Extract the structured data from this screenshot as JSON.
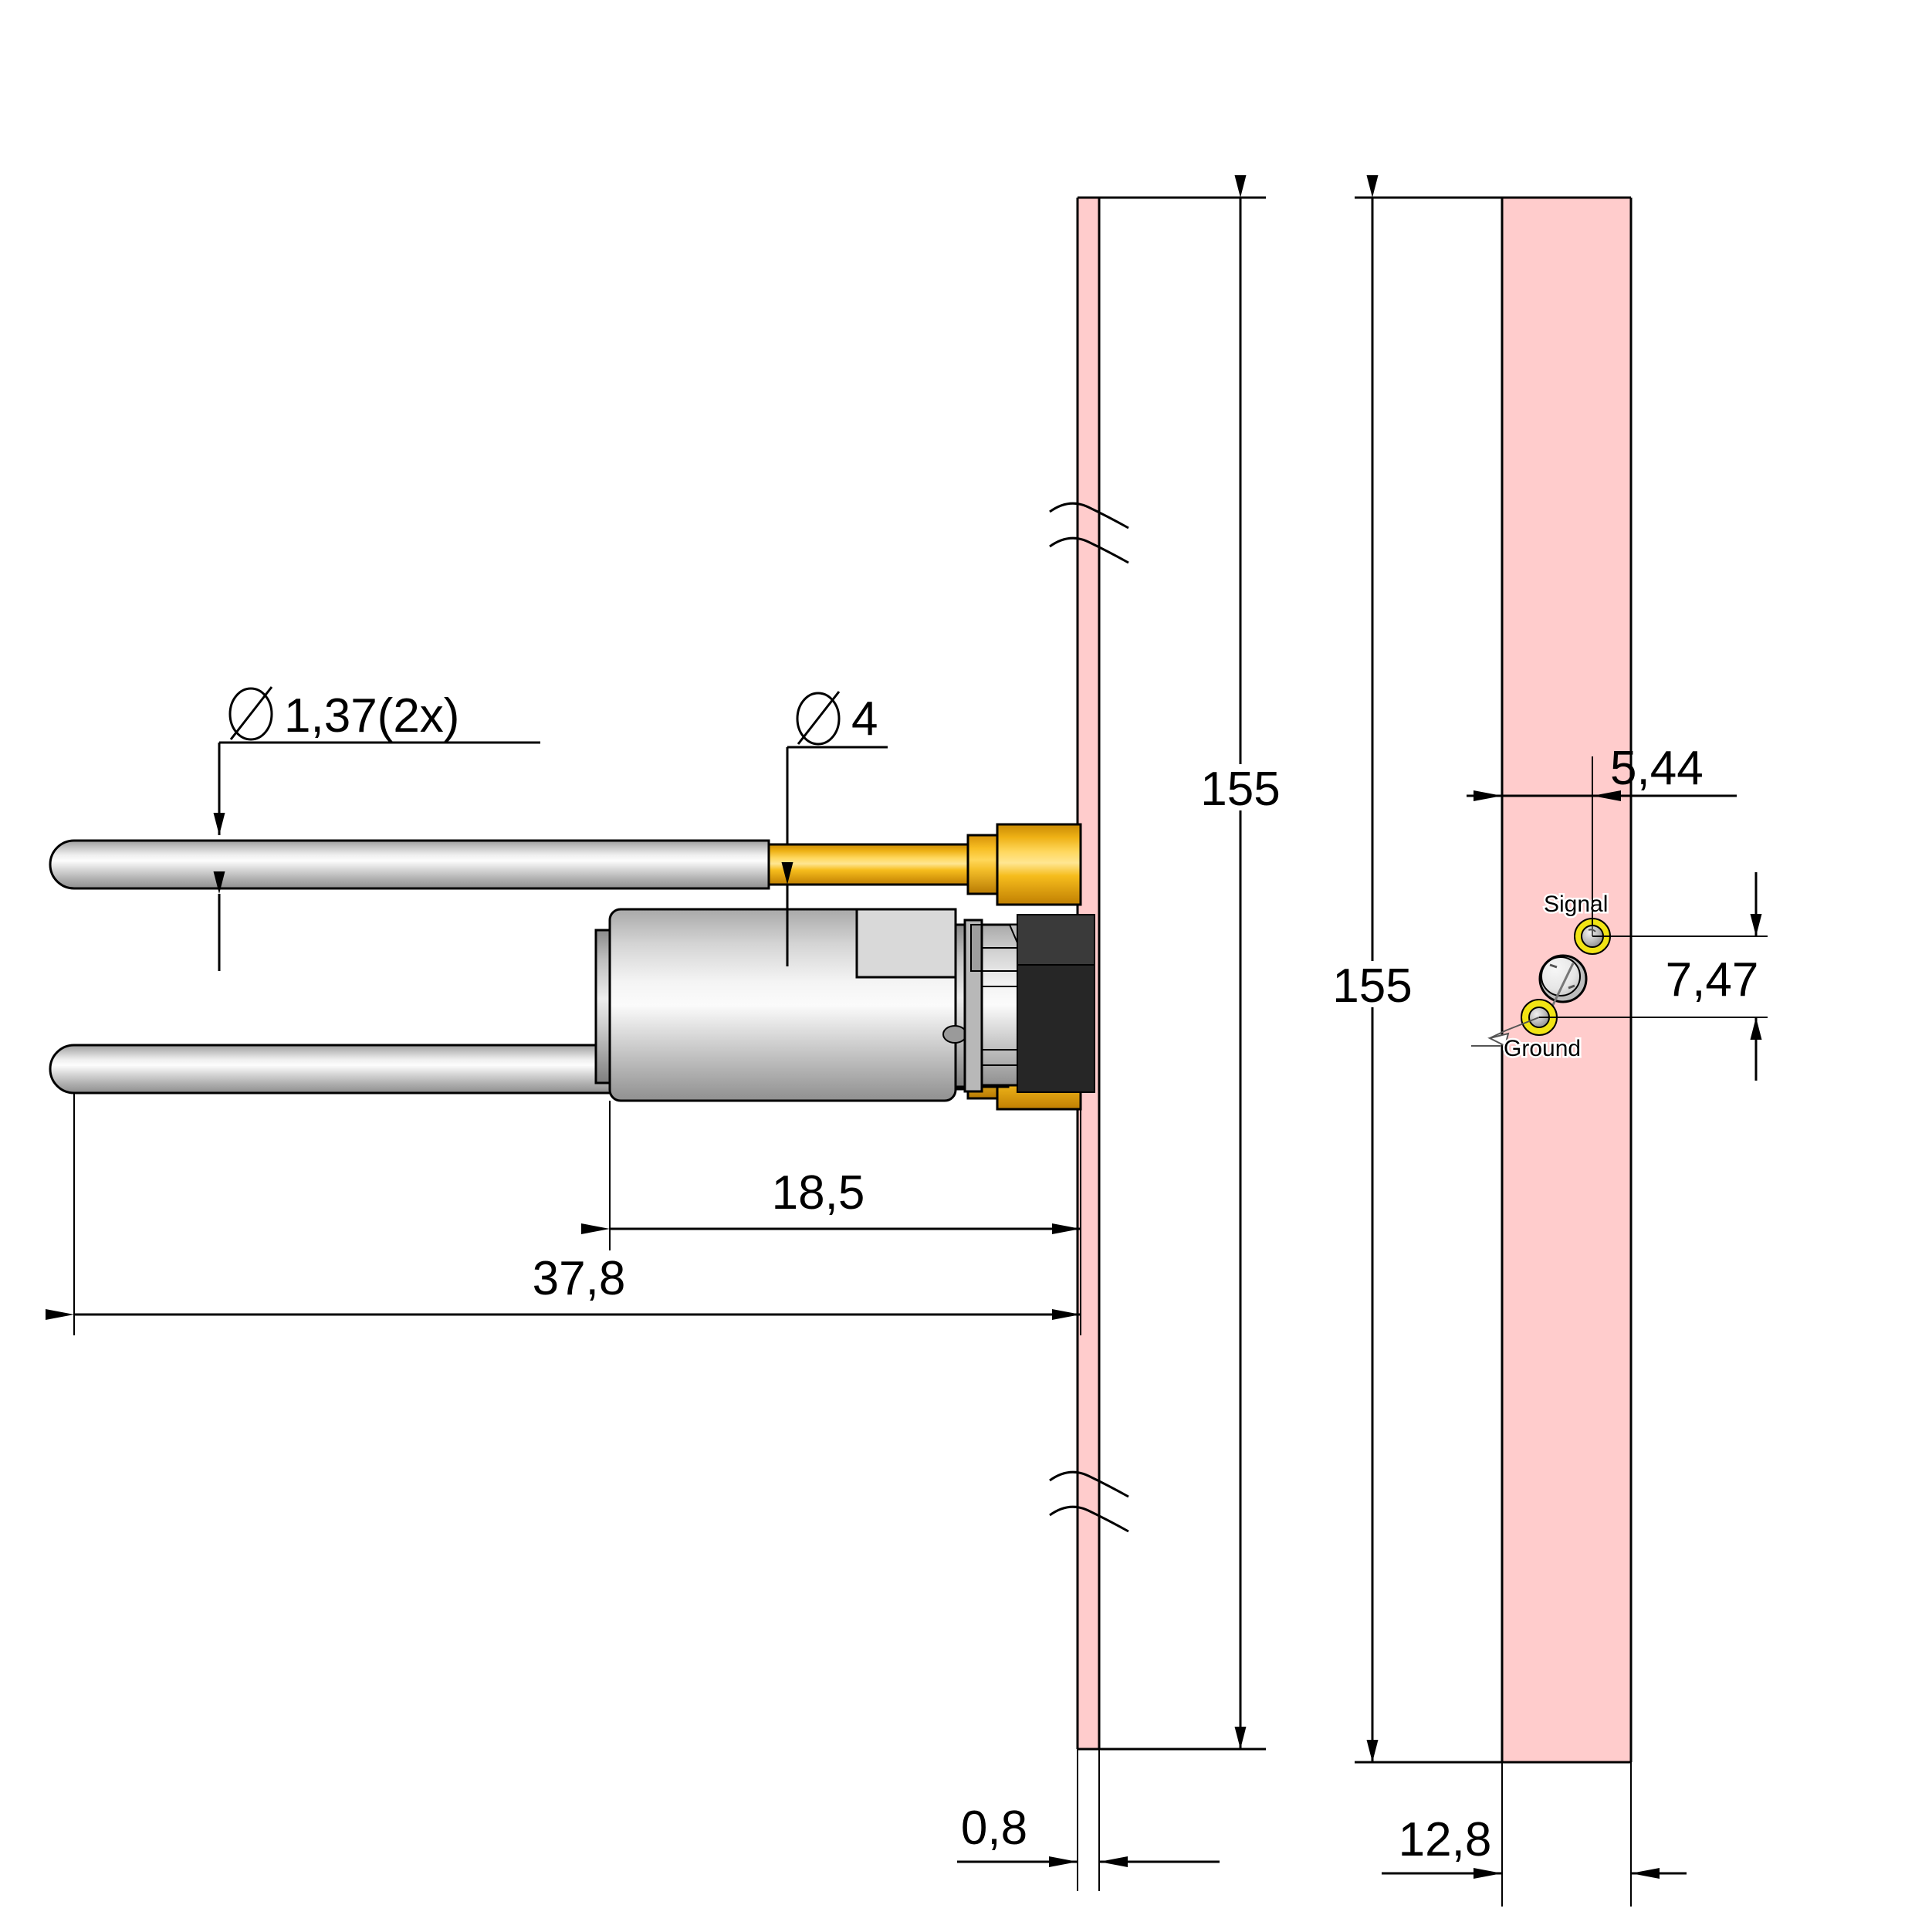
{
  "drawing": {
    "type": "technical-engineering-drawing",
    "units": "mm",
    "decimal_separator": "comma",
    "background_color": "#ffffff",
    "line_color": "#000000",
    "pcb_color": "#ffcccc",
    "metal_color": "#c8c8c8",
    "gold_color": "#f0a800",
    "black_part_color": "#333333"
  },
  "views": {
    "side_view": {
      "name": "side-view",
      "description": "Side section view of spring probe pair with coaxial connector mounted through a thin PCB"
    },
    "front_view": {
      "name": "front-view",
      "description": "Front view of PCB showing signal and ground pads"
    }
  },
  "dimensions": {
    "d_137": {
      "label": "1,37(2x)",
      "symbol": "⌀",
      "full": "⌀ 1,37(2x)"
    },
    "d_4": {
      "label": "4",
      "symbol": "⌀",
      "full": "⌀ 4"
    },
    "len_18_5": {
      "label": "18,5"
    },
    "len_37_8": {
      "label": "37,8"
    },
    "height_155_left": {
      "label": "155"
    },
    "height_155_right": {
      "label": "155"
    },
    "thickness_0_8": {
      "label": "0,8"
    },
    "width_12_8": {
      "label": "12,8"
    },
    "offset_5_44": {
      "label": "5,44"
    },
    "spacing_7_47": {
      "label": "7,47"
    }
  },
  "annotations": {
    "signal_pad": {
      "label": "Signal"
    },
    "ground_pad": {
      "label": "Ground"
    }
  }
}
